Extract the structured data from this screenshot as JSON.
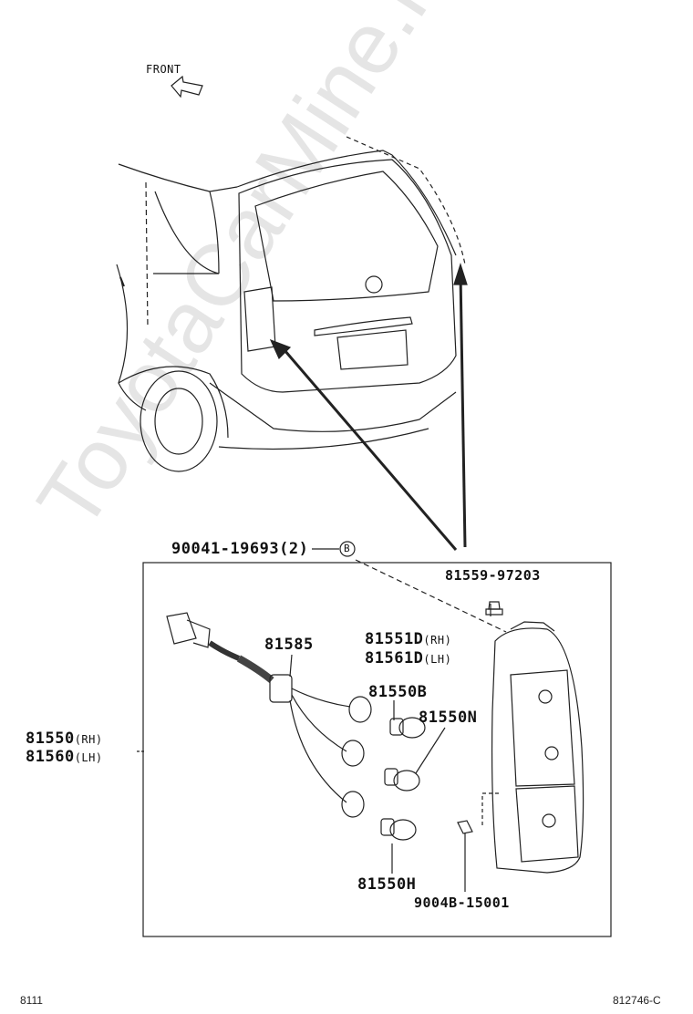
{
  "orientation": {
    "label": "FRONT"
  },
  "callouts": {
    "screw_b": {
      "part": "90041-19693",
      "qty": "(2)",
      "ref": "B"
    },
    "part_81559": "81559-97203",
    "lens_rh": {
      "part": "81551D",
      "side": "(RH)"
    },
    "lens_lh": {
      "part": "81561D",
      "side": "(LH)"
    },
    "socket_wire": "81585",
    "bulb_b": "81550B",
    "bulb_n": "81550N",
    "bulb_h": "81550H",
    "clip": "9004B-15001",
    "assy_rh": {
      "part": "81550",
      "side": "(RH)"
    },
    "assy_lh": {
      "part": "81560",
      "side": "(LH)"
    }
  },
  "footer": {
    "left": "8111",
    "right": "812746-C"
  },
  "watermark": "ToyotaCarMine.ru"
}
